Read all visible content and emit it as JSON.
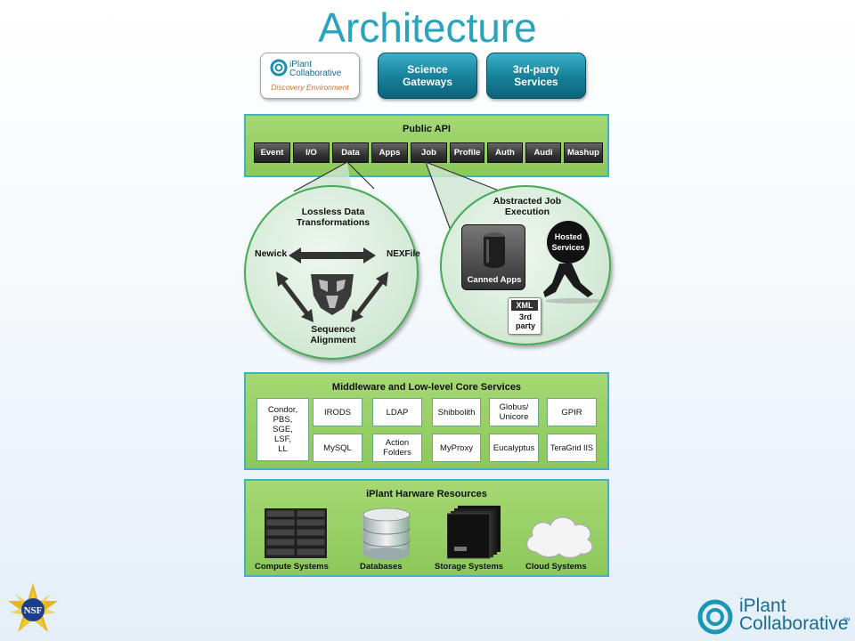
{
  "title": "Architecture",
  "top": {
    "logo_brand": "iPlant\nCollaborative",
    "logo_sub": "Discovery Environment",
    "buttons": [
      "Science\nGateways",
      "3rd-party\nServices"
    ]
  },
  "public_api": {
    "title": "Public API",
    "buttons": [
      "Event",
      "I/O",
      "Data",
      "Apps",
      "Job",
      "Profile",
      "Auth",
      "Audi",
      "Mashup"
    ]
  },
  "data_circle": {
    "title": "Lossless Data\nTransformations",
    "left": "Newick",
    "right": "NEXFile",
    "bottom": "Sequence\nAlignment"
  },
  "job_circle": {
    "title": "Abstracted Job\nExecution",
    "canned": "Canned Apps",
    "hosted": "Hosted\nServices",
    "xml": "XML",
    "third": "3rd\nparty"
  },
  "middleware": {
    "title": "Middleware and Low-level Core Services",
    "big": "Condor,\nPBS,\nSGE,\nLSF,\nLL",
    "row1": [
      "IRODS",
      "LDAP",
      "Shibbolith",
      "Globus/\nUnicore",
      "GPIR"
    ],
    "row2": [
      "MySQL",
      "Action\nFolders",
      "MyProxy",
      "Eucalyptus",
      "TeraGrid IIS"
    ]
  },
  "hardware": {
    "title": "iPlant Harware Resources",
    "items": [
      "Compute Systems",
      "Databases",
      "Storage Systems",
      "Cloud Systems"
    ]
  },
  "footer": {
    "nsf": "NSF",
    "brand_top": "iPlant",
    "brand_bottom": "Collaborative",
    "tm": "™"
  }
}
